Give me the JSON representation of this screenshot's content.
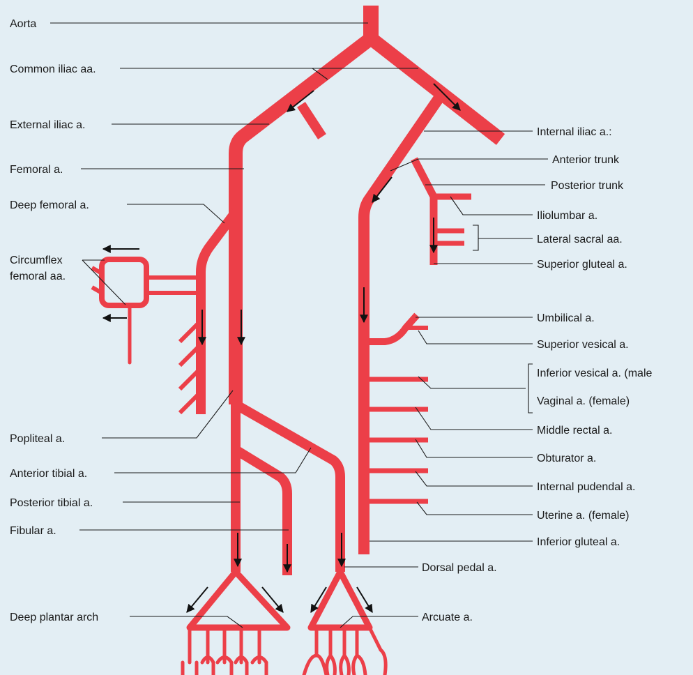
{
  "colors": {
    "background": "#e3eef4",
    "artery": "#ec3f48",
    "text": "#1a1a1a"
  },
  "labels": {
    "aorta": "Aorta",
    "common_iliac": "Common iliac aa.",
    "external_iliac": "External iliac a.",
    "femoral": "Femoral a.",
    "deep_femoral": "Deep femoral a.",
    "circumflex_line1": "Circumflex",
    "circumflex_line2": "femoral aa.",
    "popliteal": "Popliteal a.",
    "anterior_tibial": "Anterior tibial a.",
    "posterior_tibial": "Posterior tibial a.",
    "fibular": "Fibular a.",
    "deep_plantar_arch": "Deep plantar arch",
    "internal_iliac": "Internal iliac a.:",
    "anterior_trunk": "Anterior trunk",
    "posterior_trunk": "Posterior trunk",
    "iliolumbar": "Iliolumbar a.",
    "lateral_sacral": "Lateral sacral aa.",
    "superior_gluteal": "Superior gluteal a.",
    "umbilical": "Umbilical a.",
    "superior_vesical": "Superior vesical a.",
    "inferior_vesical": "Inferior vesical a. (male",
    "vaginal": "Vaginal a. (female)",
    "middle_rectal": "Middle rectal a.",
    "obturator": "Obturator a.",
    "internal_pudendal": "Internal pudendal a.",
    "uterine": "Uterine a. (female)",
    "inferior_gluteal": "Inferior gluteal a.",
    "dorsal_pedal": "Dorsal pedal a.",
    "arcuate": "Arcuate a."
  }
}
